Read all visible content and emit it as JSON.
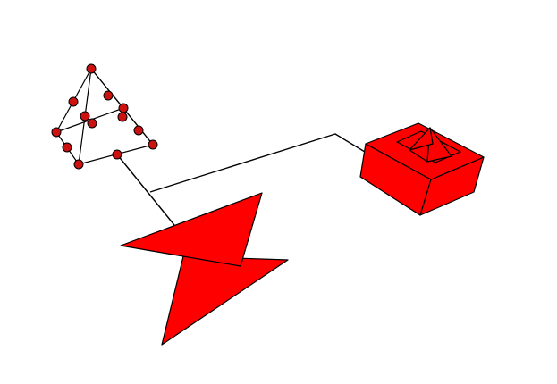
{
  "scene": {
    "background": "#ffffff",
    "fill_color": "#ff0000",
    "node_fill": "#cc1111",
    "stroke_color": "#000000",
    "objects": [
      "wireframe-pyramid",
      "lightning-bolt",
      "box-with-pyramid"
    ],
    "connectors": [
      "connector-pyramid-to-bolt",
      "connector-bolt-to-box"
    ]
  }
}
